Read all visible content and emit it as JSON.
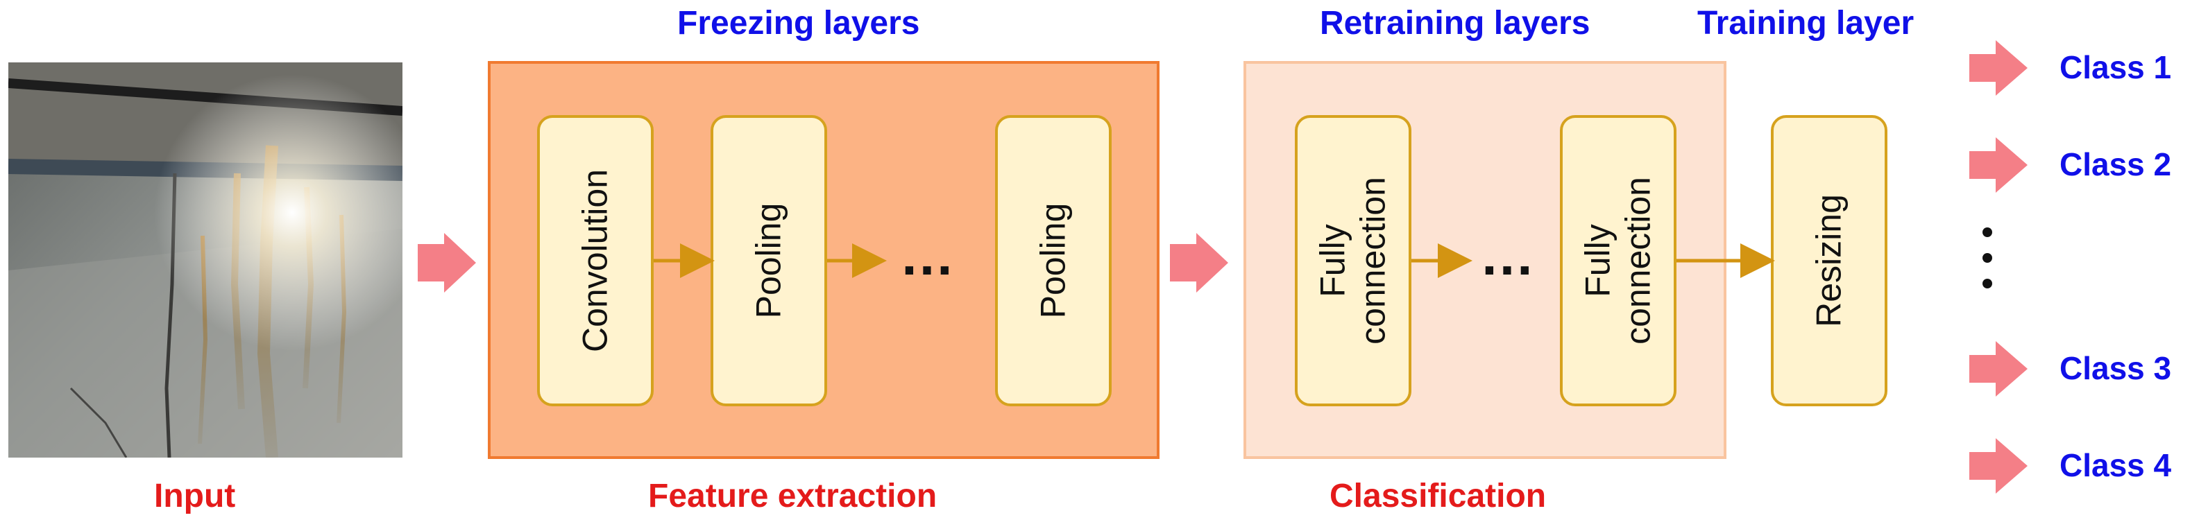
{
  "headings": {
    "freezing": "Freezing layers",
    "retraining": "Retraining layers",
    "training": "Training layer"
  },
  "captions": {
    "input": "Input",
    "feature_extraction": "Feature extraction",
    "classification": "Classification"
  },
  "layers": {
    "convolution": "Convolution",
    "pooling_1": "Pooling",
    "pooling_2": "Pooling",
    "fc_1_line1": "Fully",
    "fc_1_line2": "connection",
    "fc_2_line1": "Fully",
    "fc_2_line2": "connection",
    "resizing": "Resizing"
  },
  "ellipsis": "…",
  "classes": [
    "Class 1",
    "Class 2",
    "Class 3",
    "Class 4"
  ],
  "colors": {
    "heading_blue": "#1010e8",
    "caption_red": "#e41b1b",
    "freeze_fill": "#fcb384",
    "freeze_border": "#f07a30",
    "retrain_fill": "#fde3d3",
    "retrain_border": "#f9c49f",
    "layer_fill": "#fff3cf",
    "layer_border": "#d6a21e",
    "arrow_pink": "#f47f87",
    "connector_gold": "#d39412"
  },
  "icons": {
    "big_arrow": "pink-block-arrow-icon",
    "connector": "gold-arrow-icon"
  }
}
